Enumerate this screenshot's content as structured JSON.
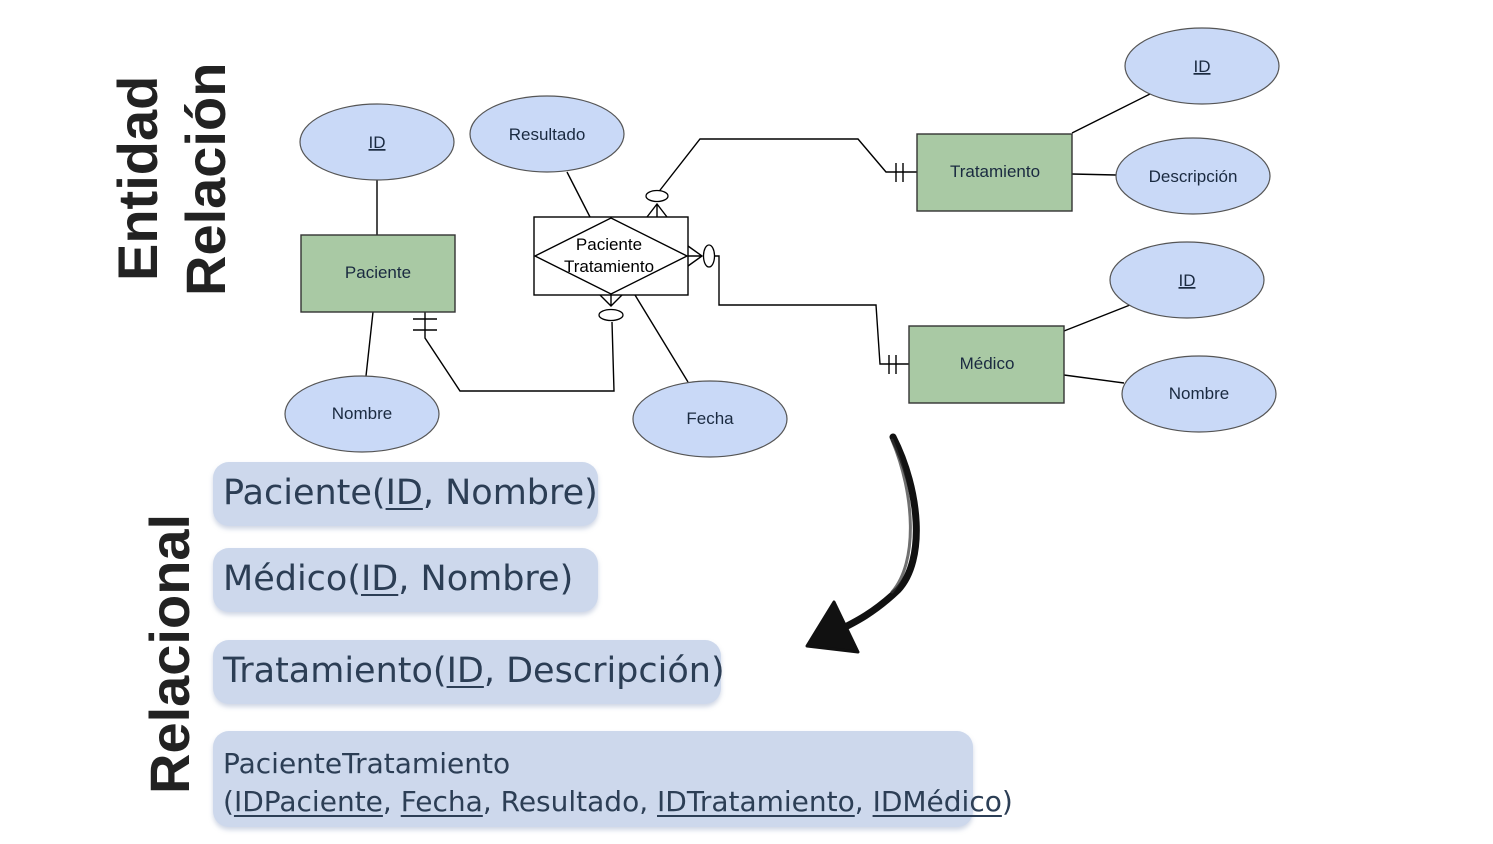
{
  "titles": {
    "entidad": "Entidad",
    "relacion": "Relación",
    "relacional": "Relacional"
  },
  "er": {
    "entities": [
      {
        "key": "paciente",
        "label": "Paciente"
      },
      {
        "key": "tratamiento",
        "label": "Tratamiento"
      },
      {
        "key": "medico",
        "label": "Médico"
      }
    ],
    "relationship": {
      "line1": "Paciente",
      "line2": "Tratamiento"
    },
    "attributes": {
      "paciente_id": "ID",
      "paciente_nombre": "Nombre",
      "resultado": "Resultado",
      "fecha": "Fecha",
      "tratamiento_id": "ID",
      "descripcion": "Descripción",
      "medico_id": "ID",
      "medico_nombre": "Nombre"
    }
  },
  "relational": {
    "paciente": {
      "name": "Paciente(",
      "pk": "ID",
      "rest": ", Nombre)"
    },
    "medico": {
      "name": "Médico(",
      "pk": "ID",
      "rest": ", Nombre)"
    },
    "tratamiento": {
      "name": "Tratamiento(",
      "pk": "ID",
      "rest": ", Descripción)"
    },
    "paciente_tratamiento": {
      "name": "PacienteTratamiento",
      "open": "(",
      "k1": "IDPaciente",
      "sep1": ", ",
      "k2": "Fecha",
      "mid": ", Resultado, ",
      "k3": "IDTratamiento",
      "sep2": ", ",
      "k4": "IDMédico",
      "close": ")"
    }
  },
  "colors": {
    "entity_fill": "#a9c9a4",
    "attribute_fill": "#c9d9f7",
    "box_fill": "#cdd8ec",
    "box_text": "#2c3e55"
  }
}
